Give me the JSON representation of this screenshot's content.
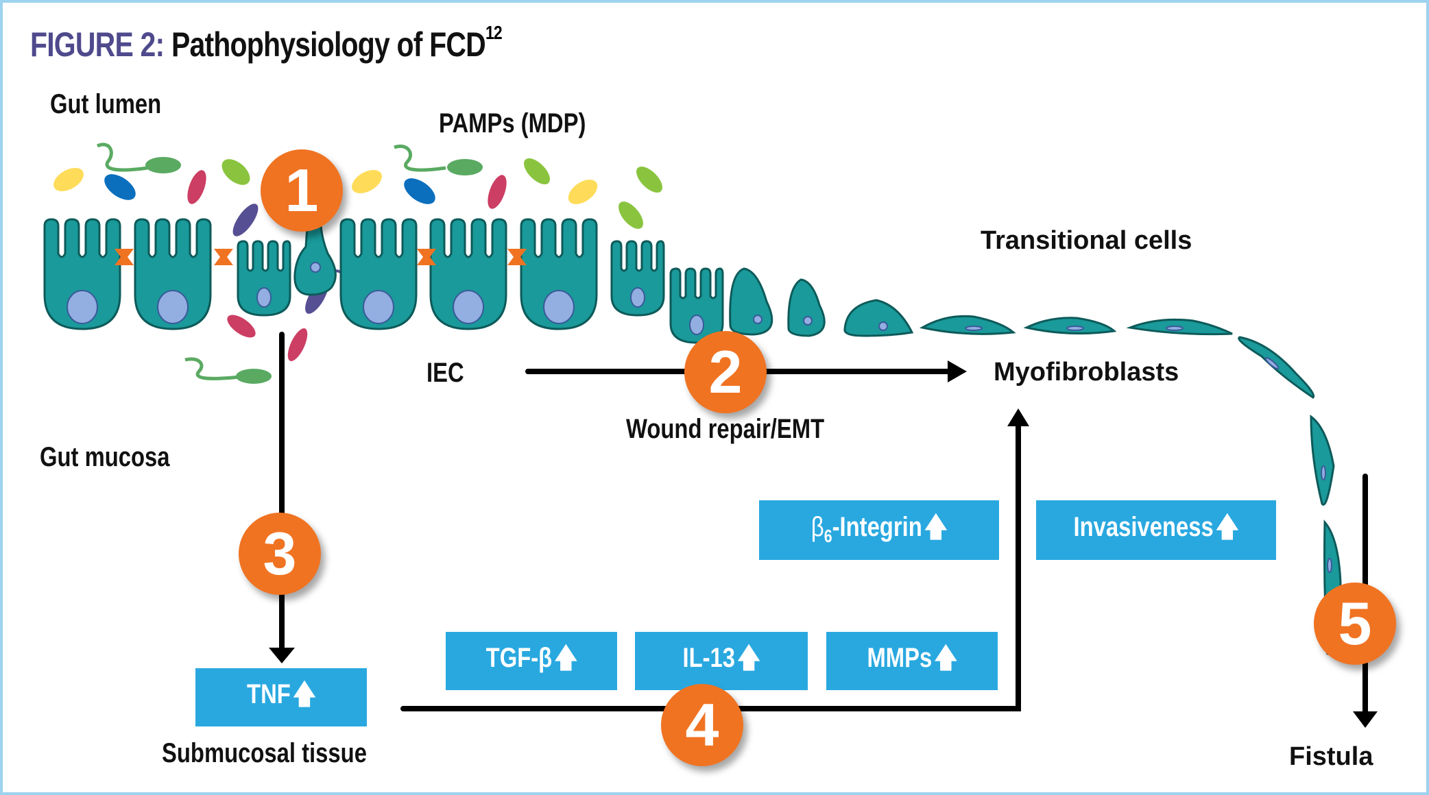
{
  "figure": {
    "prefix": "FIGURE 2:",
    "title": "Pathophysiology of FCD",
    "superscript": "12"
  },
  "labels": {
    "gut_lumen": "Gut lumen",
    "pamps": "PAMPs (MDP)",
    "transitional_cells": "Transitional cells",
    "iec": "IEC",
    "myofibroblasts": "Myofibroblasts",
    "wound_repair": "Wound repair/EMT",
    "gut_mucosa": "Gut mucosa",
    "submucosal_tissue": "Submucosal tissue",
    "fistula": "Fistula"
  },
  "boxes": {
    "tnf": "TNF",
    "tgf_beta": "TGF-β",
    "il13": "IL-13",
    "mmps": "MMPs",
    "beta6_prefix": "β",
    "beta6_sub": "6",
    "beta6_suffix": "-Integrin",
    "invasiveness": "Invasiveness",
    "up_arrow": "🡅"
  },
  "steps": [
    "1",
    "2",
    "3",
    "4",
    "5"
  ],
  "colors": {
    "title_prefix": "#4f4a8c",
    "box_fill": "#29a8e0",
    "badge_fill": "#f07322",
    "cell_fill": "#1a9a9a",
    "cell_outline": "#0e5a5a",
    "nucleus": "#93aee0",
    "tight_junction": "#f07322",
    "frame_border": "#9dd3ef"
  }
}
